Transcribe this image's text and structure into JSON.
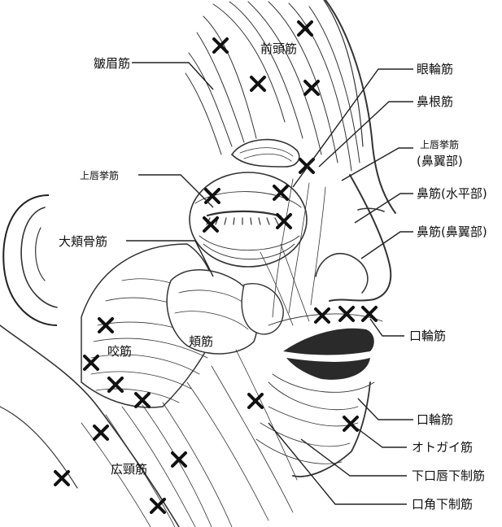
{
  "labels": {
    "frontalis": "前頭筋",
    "corrugator": "皺眉筋",
    "orbicularis_oculi": "眼輪筋",
    "procerus": "鼻根筋",
    "levator_alae_1": "上唇挙筋",
    "levator_alae_2": "(鼻翼部)",
    "levator_labii": "上唇挙筋",
    "nasalis_transverse": "鼻筋(水平部)",
    "nasalis_alar": "鼻筋(鼻翼部)",
    "zygomaticus_major": "大頬骨筋",
    "masseter": "咬筋",
    "buccinator": "頬筋",
    "orbicularis_oris_upper": "口輪筋",
    "orbicularis_oris_lower": "口輪筋",
    "mentalis": "オトガイ筋",
    "depressor_labii": "下口唇下制筋",
    "platysma": "広頸筋",
    "depressor_anguli": "口角下制筋"
  },
  "markers": {
    "symbol": "×",
    "regions": [
      "frontalis",
      "corrugator",
      "orbicularis_oculi",
      "orbicularis_oris",
      "masseter",
      "mentalis",
      "platysma"
    ]
  }
}
